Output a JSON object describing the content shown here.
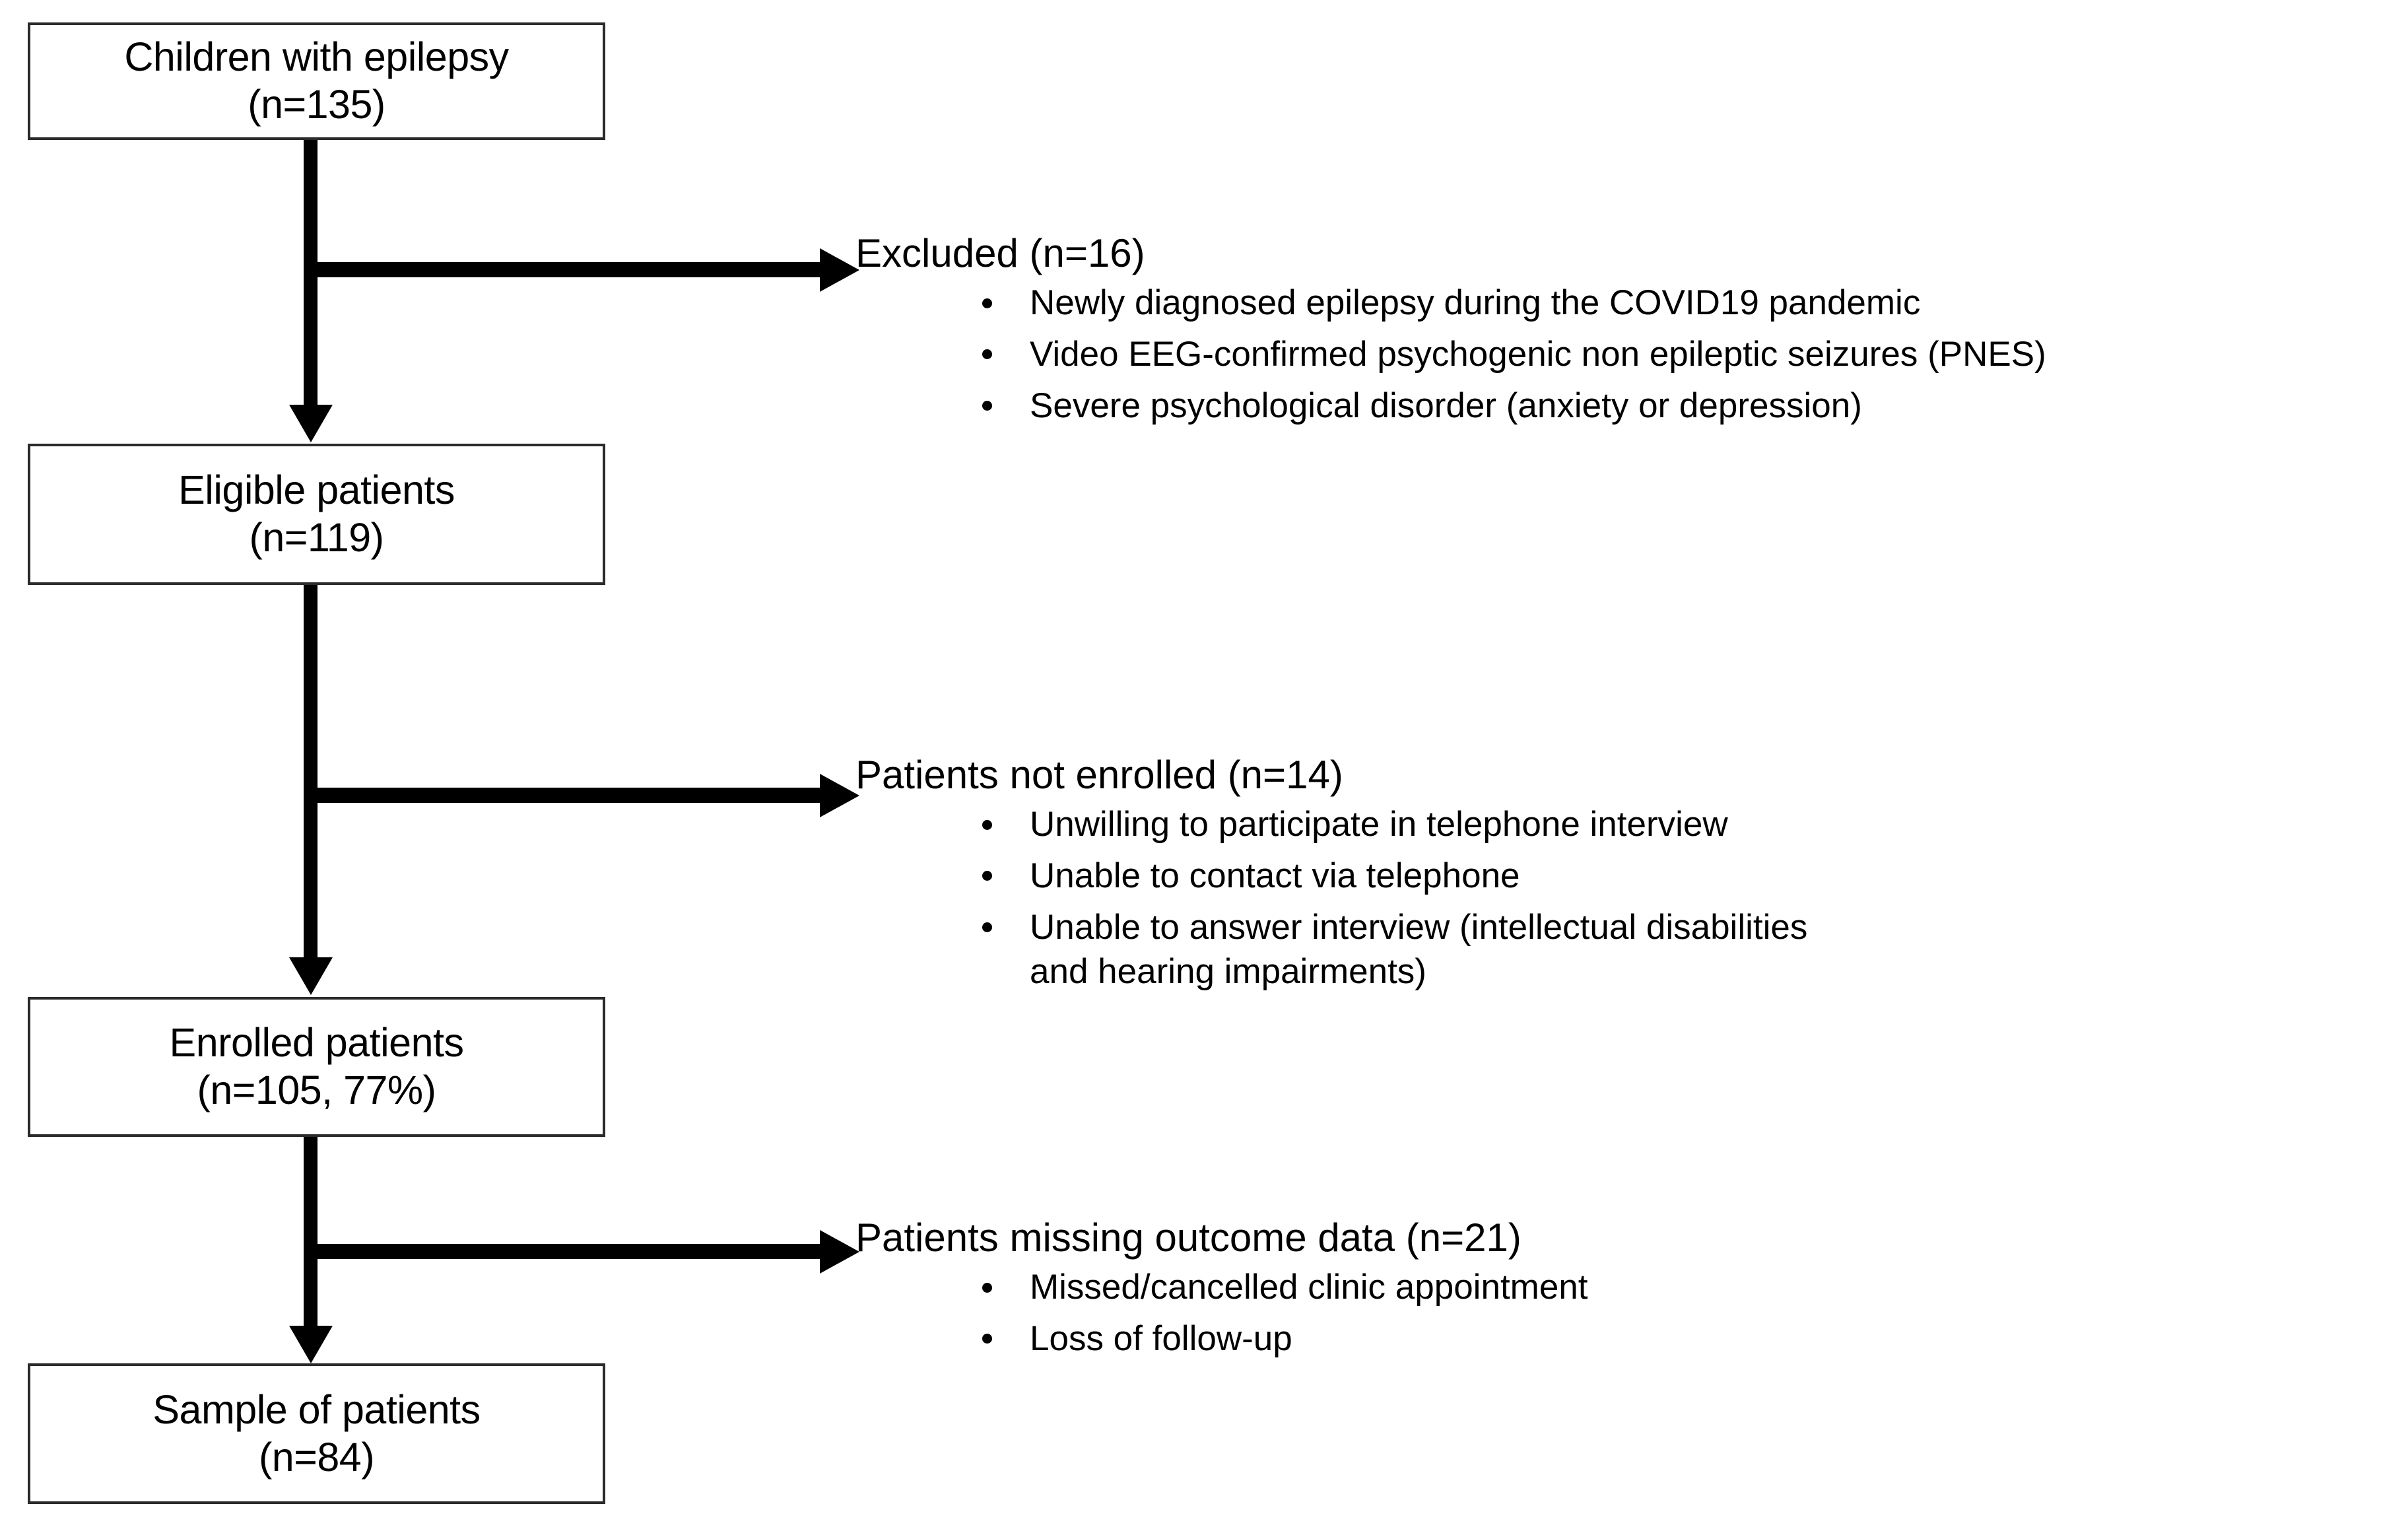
{
  "figure": {
    "type": "patient-flow-diagram",
    "accent_color": "#000000",
    "box_border_color": "#2b2b2b",
    "background_color": "#ffffff"
  },
  "boxes": [
    {
      "id": "children-with-epilepsy",
      "line1": "Children with epilepsy",
      "line2": "(n=135)"
    },
    {
      "id": "eligible-patients",
      "line1": "Eligible patients",
      "line2": "(n=119)"
    },
    {
      "id": "enrolled-patients",
      "line1": "Enrolled patients",
      "line2": "(n=105, 77%)"
    },
    {
      "id": "sample-of-patients",
      "line1": "Sample of patients",
      "line2": "(n=84)"
    }
  ],
  "branches": [
    {
      "id": "excluded",
      "heading": "Excluded  (n=16)",
      "items": [
        "Newly diagnosed epilepsy during the COVID19 pandemic",
        "Video EEG-confirmed psychogenic non epileptic seizures (PNES)",
        "Severe psychological disorder (anxiety or depression)"
      ]
    },
    {
      "id": "not-enrolled",
      "heading": "Patients not enrolled (n=14)",
      "items": [
        "Unwilling to participate in telephone interview",
        "Unable to contact via telephone",
        "Unable to answer interview (intellectual  disabilities and hearing impairments)"
      ]
    },
    {
      "id": "missing-outcome-data",
      "heading": "Patients missing outcome data (n=21)",
      "items": [
        "Missed/cancelled  clinic appointment",
        "Loss of follow-up"
      ]
    }
  ]
}
